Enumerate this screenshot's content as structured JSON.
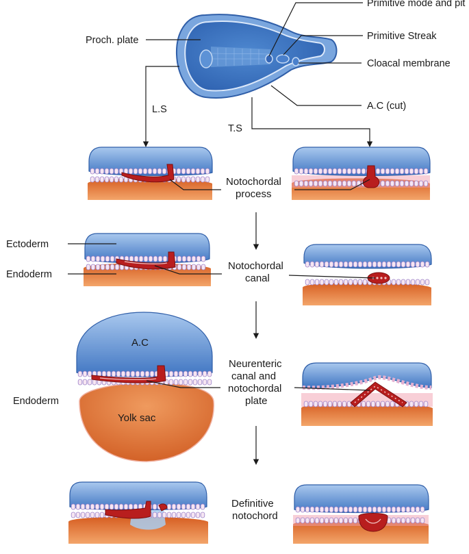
{
  "labels": {
    "primitive_node": "Primitive mode and pit",
    "primitive_streak": "Primitive Streak",
    "cloacal_membrane": "Cloacal membrane",
    "proch_plate": "Proch. plate",
    "ac_cut": "A.C (cut)",
    "ls": "L.S",
    "ts": "T.S",
    "notochordal_process_1": "Notochordal",
    "notochordal_process_2": "process",
    "ectoderm": "Ectoderm",
    "endoderm_top": "Endoderm",
    "notochordal_canal_1": "Notochordal",
    "notochordal_canal_2": "canal",
    "ac": "A.C",
    "endoderm_side": "Endoderm",
    "yolk_sac": "Yolk sac",
    "neurenteric_1": "Neurenteric",
    "neurenteric_2": "canal and",
    "neurenteric_3": "notochordal",
    "neurenteric_4": "plate",
    "definitive_1": "Definitive",
    "definitive_2": "notochord"
  },
  "colors": {
    "amnion_blue": "#5b8fd0",
    "yolk_orange": "#e07a3a",
    "notochord_red": "#b81e1e",
    "cell_pink": "#e4b0d0"
  }
}
